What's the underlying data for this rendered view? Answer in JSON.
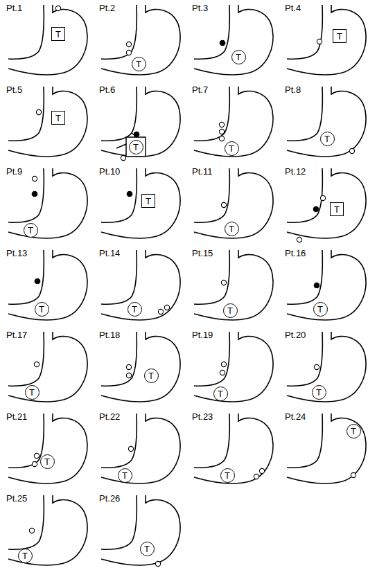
{
  "diagram": {
    "nodes": [
      {
        "text": [
          "T"
        ]
      },
      {
        "text": [
          "T"
        ]
      },
      {
        "text": [
          "T"
        ]
      },
      {
        "text": [
          "T"
        ]
      },
      {
        "text": [
          "T"
        ]
      },
      {
        "text": [
          "T"
        ]
      },
      {
        "text": [
          "T"
        ]
      },
      {
        "text": [
          "T"
        ]
      },
      {
        "text": [
          "T"
        ]
      },
      {
        "text": [
          "T"
        ]
      },
      {
        "text": [
          "T"
        ]
      },
      {
        "text": [
          "T"
        ]
      },
      {
        "text": [
          "T"
        ]
      },
      {
        "text": [
          "T"
        ]
      },
      {
        "text": [
          "T"
        ]
      },
      {
        "text": [
          "T"
        ]
      },
      {
        "text": [
          "T"
        ]
      },
      {
        "text": [
          "T"
        ]
      },
      {
        "text": [
          "T"
        ]
      },
      {
        "text": [
          "T"
        ]
      },
      {
        "text": [
          "T"
        ]
      },
      {
        "text": [
          "T"
        ]
      },
      {
        "text": [
          "T"
        ]
      },
      {
        "text": [
          "T"
        ]
      },
      {
        "text": [
          "T"
        ]
      },
      {
        "text": [
          "T"
        ]
      }
    ],
    "labels": [
      "Pt.1",
      "Pt.2",
      "Pt.3",
      "Pt.4",
      "Pt.5",
      "Pt.6",
      "Pt.7",
      "Pt.8",
      "Pt.9",
      "Pt.10",
      "Pt.11",
      "Pt.12",
      "Pt.13",
      "Pt.14",
      "Pt.15",
      "Pt.16",
      "Pt.17",
      "Pt.18",
      "Pt.19",
      "Pt.20",
      "Pt.21",
      "Pt.22",
      "Pt.23",
      "Pt.24",
      "Pt.25",
      "Pt.26"
    ]
  }
}
